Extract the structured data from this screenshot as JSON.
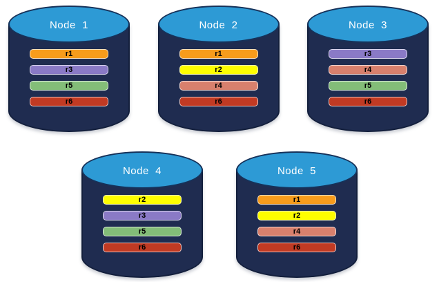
{
  "palette": {
    "background": "#FFFFFF",
    "cylinder_body": "#1F2C50",
    "cylinder_top": "#2D9AD5",
    "cylinder_outline": "#16325A",
    "title_text": "#FFFFFF",
    "replica_text": "#000000",
    "replica_colors": {
      "r1": "#F79C1C",
      "r2": "#FEFE00",
      "r3": "#8A7AC6",
      "r4": "#D8806D",
      "r5": "#83BD78",
      "r6": "#C13A23"
    }
  },
  "nodes": [
    {
      "title": "Node  1",
      "replicas": [
        {
          "label": "r1",
          "color": "#F79C1C"
        },
        {
          "label": "r3",
          "color": "#8A7AC6"
        },
        {
          "label": "r5",
          "color": "#83BD78"
        },
        {
          "label": "r6",
          "color": "#C13A23"
        }
      ]
    },
    {
      "title": "Node  2",
      "replicas": [
        {
          "label": "r1",
          "color": "#F79C1C"
        },
        {
          "label": "r2",
          "color": "#FEFE00"
        },
        {
          "label": "r4",
          "color": "#D8806D"
        },
        {
          "label": "r6",
          "color": "#C13A23"
        }
      ]
    },
    {
      "title": "Node  3",
      "replicas": [
        {
          "label": "r3",
          "color": "#8A7AC6"
        },
        {
          "label": "r4",
          "color": "#D8806D"
        },
        {
          "label": "r5",
          "color": "#83BD78"
        },
        {
          "label": "r6",
          "color": "#C13A23"
        }
      ]
    },
    {
      "title": "Node  4",
      "replicas": [
        {
          "label": "r2",
          "color": "#FEFE00"
        },
        {
          "label": "r3",
          "color": "#8A7AC6"
        },
        {
          "label": "r5",
          "color": "#83BD78"
        },
        {
          "label": "r6",
          "color": "#C13A23"
        }
      ]
    },
    {
      "title": "Node  5",
      "replicas": [
        {
          "label": "r1",
          "color": "#F79C1C"
        },
        {
          "label": "r2",
          "color": "#FEFE00"
        },
        {
          "label": "r4",
          "color": "#D8806D"
        },
        {
          "label": "r6",
          "color": "#C13A23"
        }
      ]
    }
  ]
}
